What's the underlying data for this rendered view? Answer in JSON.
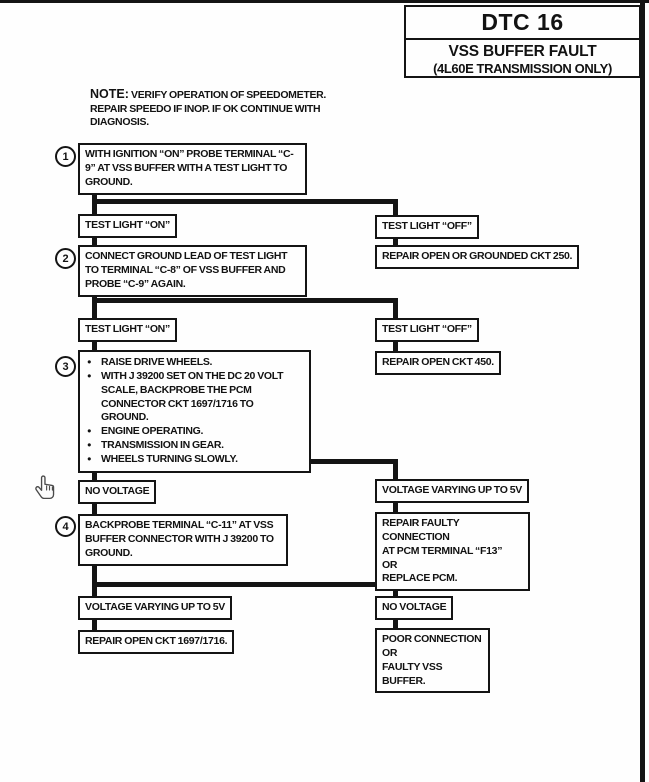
{
  "header": {
    "code": "DTC 16",
    "title": "VSS BUFFER FAULT",
    "subtitle": "(4L60E TRANSMISSION ONLY)"
  },
  "note": {
    "label": "NOTE:",
    "text": " VERIFY OPERATION OF SPEEDOMETER. REPAIR SPEEDO IF INOP. IF OK CONTINUE WITH DIAGNOSIS."
  },
  "steps": [
    {
      "num": "1",
      "text": "WITH IGNITION “ON” PROBE TERMINAL “C-9” AT VSS BUFFER WITH A TEST LIGHT TO GROUND."
    },
    {
      "num": "2",
      "text": "CONNECT GROUND LEAD OF TEST LIGHT TO TERMINAL “C-8” OF VSS BUFFER AND PROBE “C-9” AGAIN."
    },
    {
      "num": "3",
      "bullets": [
        "RAISE DRIVE WHEELS.",
        "WITH J 39200 SET ON THE DC 20 VOLT SCALE, BACKPROBE THE PCM CONNECTOR CKT 1697/1716 TO GROUND.",
        "ENGINE OPERATING.",
        "TRANSMISSION IN GEAR.",
        "WHEELS TURNING SLOWLY."
      ]
    },
    {
      "num": "4",
      "text": "BACKPROBE TERMINAL “C-11” AT VSS BUFFER CONNECTOR WITH J 39200 TO GROUND."
    }
  ],
  "branch1": {
    "left": "TEST LIGHT “ON”",
    "right": "TEST LIGHT “OFF”",
    "right_result": "REPAIR OPEN OR GROUNDED CKT 250."
  },
  "branch2": {
    "left": "TEST LIGHT “ON”",
    "right": "TEST LIGHT “OFF”",
    "right_result": "REPAIR OPEN CKT 450."
  },
  "branch3": {
    "left": "NO VOLTAGE",
    "right": "VOLTAGE VARYING UP TO 5V",
    "right_result_lines": [
      "REPAIR FAULTY CONNECTION",
      "AT PCM TERMINAL “F13”",
      "OR",
      "REPLACE PCM."
    ]
  },
  "branch4": {
    "left": "VOLTAGE VARYING UP TO 5V",
    "right": "NO VOLTAGE",
    "left_result": "REPAIR OPEN CKT 1697/1716.",
    "right_result_lines": [
      "POOR CONNECTION",
      "OR",
      "FAULTY VSS BUFFER."
    ]
  },
  "icons": {
    "cursor": "hand-pointer-cursor"
  },
  "colors": {
    "ink": "#141414",
    "paper": "#fefefe"
  }
}
